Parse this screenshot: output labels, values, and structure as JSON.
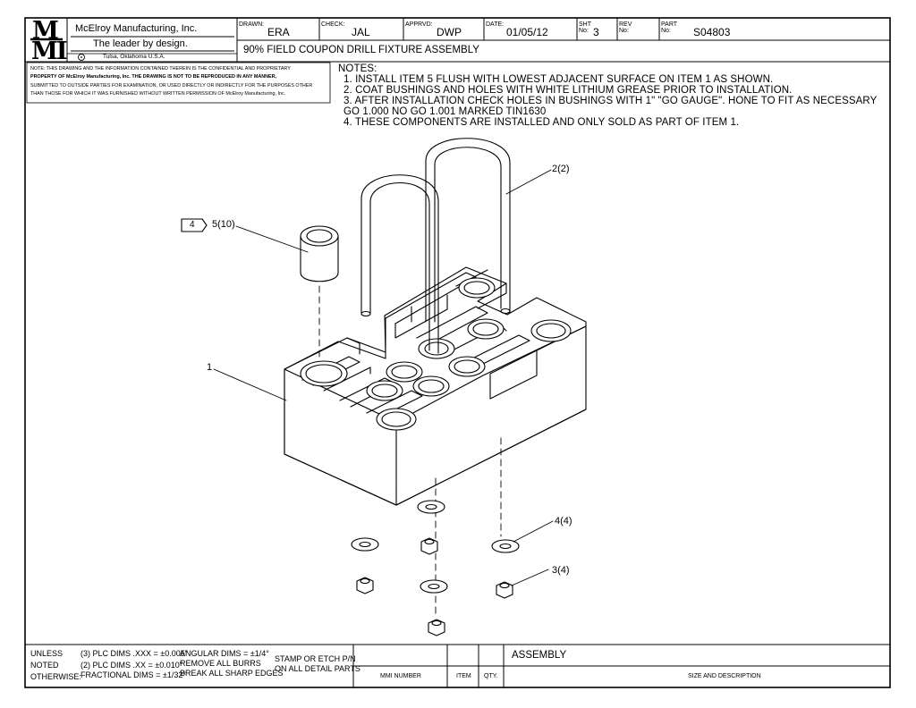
{
  "company": {
    "logo_top": "M",
    "logo_bottom": "MI",
    "name": "McElroy Manufacturing, Inc.",
    "tagline": "The leader by design.",
    "location": "Tulsa, Oklahoma U.S.A."
  },
  "title_block": {
    "drawn_label": "DRAWN:",
    "drawn": "ERA",
    "check_label": "CHECK:",
    "check": "JAL",
    "apprvd_label": "APPRVD:",
    "apprvd": "DWP",
    "date_label": "DATE:",
    "date": "01/05/12",
    "sht_label_1": "SHT",
    "sht_label_2": "No:",
    "sht": "3",
    "rev_label_1": "REV",
    "rev_label_2": "No:",
    "rev": "",
    "part_label_1": "PART",
    "part_label_2": "No:",
    "part": "S04803",
    "title": "90% FIELD COUPON DRILL FIXTURE ASSEMBLY"
  },
  "confidential": [
    "NOTE: THIS DRAWING AND THE INFORMATION CONTAINED THEREIN IS THE CONFIDENTIAL AND PROPRIETARY",
    "PROPERTY OF McElroy Manufacturing, Inc. THE DRAWING IS NOT TO BE REPRODUCED IN ANY MANNER,",
    "SUBMITTED TO OUTSIDE PARTIES FOR EXAMINATION, OR USED DIRECTLY OR INDIRECTLY FOR THE PURPOSES OTHER",
    "THAN THOSE FOR WHICH IT WAS FURNISHED WITHOUT WRITTEN PERMISSION OF McElroy Manufacturing, Inc."
  ],
  "notes": {
    "heading": "NOTES:",
    "items": [
      "1.  INSTALL ITEM 5 FLUSH WITH LOWEST ADJACENT SURFACE  ON ITEM 1 AS SHOWN.",
      "2.  COAT BUSHINGS AND HOLES WITH WHITE LITHIUM GREASE PRIOR TO INSTALLATION.",
      "3.  AFTER INSTALLATION CHECK HOLES IN BUSHINGS WITH 1\" \"GO GAUGE\". HONE TO FIT AS NECESSARY",
      "      GO 1.000     NO GO 1.001    MARKED TIN1630",
      "4.  THESE COMPONENTS ARE INSTALLED AND ONLY SOLD AS PART OF ITEM 1."
    ]
  },
  "callouts": {
    "c1": "1",
    "c2": "2(2)",
    "c3": "3(4)",
    "c4": "4(4)",
    "c5_flag": "4",
    "c5": "5(10)"
  },
  "bottom": {
    "unless": "UNLESS",
    "noted": "NOTED",
    "otherwise": "OTHERWISE:",
    "tol1": "(3) PLC DIMS .XXX = ±0.005\"",
    "tol2": "(2) PLC DIMS .XX = ±0.010\"",
    "tol3": "FRACTIONAL DIMS = ±1/32\"",
    "ang": "ANGULAR DIMS = ±1/4°",
    "burrs": "REMOVE ALL BURRS",
    "edges": "BREAK ALL SHARP EDGES",
    "stamp1": "STAMP OR ETCH P/N",
    "stamp2": "ON ALL DETAIL PARTS",
    "assembly": "ASSEMBLY",
    "mmi": "MMI NUMBER",
    "item": "ITEM",
    "qty": "QTY.",
    "size": "SIZE AND DESCRIPTION"
  }
}
